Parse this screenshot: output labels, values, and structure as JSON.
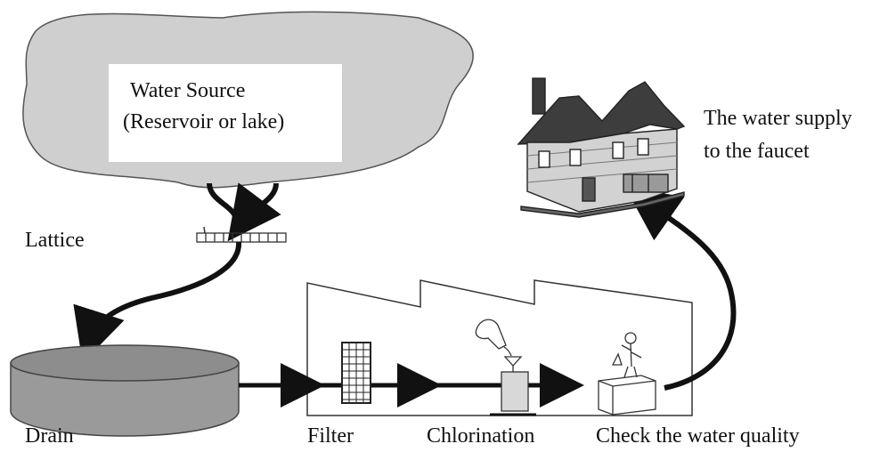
{
  "labels": {
    "source_line1": "Water Source",
    "source_line2": "(Reservoir or lake)",
    "supply_line1": "The water supply",
    "supply_line2": "to the faucet",
    "lattice": "Lattice",
    "drain": "Drain",
    "filter": "Filter",
    "chlorination": "Chlorination",
    "quality": "Check the water quality"
  },
  "colors": {
    "cloud": "#cfcfcf",
    "tank": "#9a9a9a",
    "line": "#111111"
  }
}
